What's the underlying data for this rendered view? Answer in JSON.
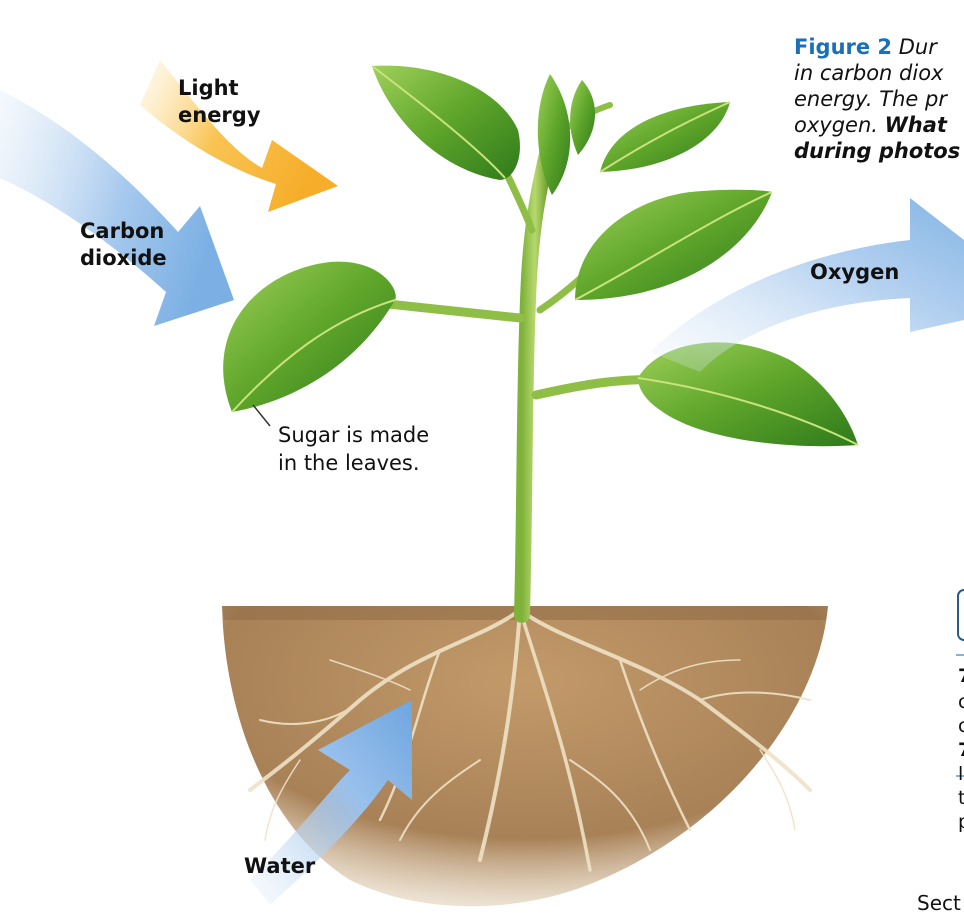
{
  "caption": {
    "lines": [
      {
        "lead": "Figure 2",
        "text": "  Dur"
      },
      {
        "lead": "",
        "text": "in carbon diox"
      },
      {
        "lead": "",
        "text": "energy. The pr"
      },
      {
        "lead": "",
        "text": "oxygen. ",
        "bold": "What"
      },
      {
        "lead": "",
        "text": "",
        "bold": "during photos"
      }
    ]
  },
  "labels": {
    "light_energy_1": "Light",
    "light_energy_2": "energy",
    "carbon_dioxide_1": "Carbon",
    "carbon_dioxide_2": "dioxide",
    "oxygen": "Oxygen",
    "water": "Water",
    "sugar_1": "Sugar is made",
    "sugar_2": "in the leaves."
  },
  "side_text": [
    "7",
    "c",
    "c",
    "7",
    "li",
    "t",
    "p"
  ],
  "footer_text": "Sect",
  "colors": {
    "light_arrow": "#f6b531",
    "blue_arrow": "#7fb3e6",
    "leaf": "#5ea52a",
    "soil": "#b08a5c",
    "caption_accent": "#1b6fb8"
  }
}
